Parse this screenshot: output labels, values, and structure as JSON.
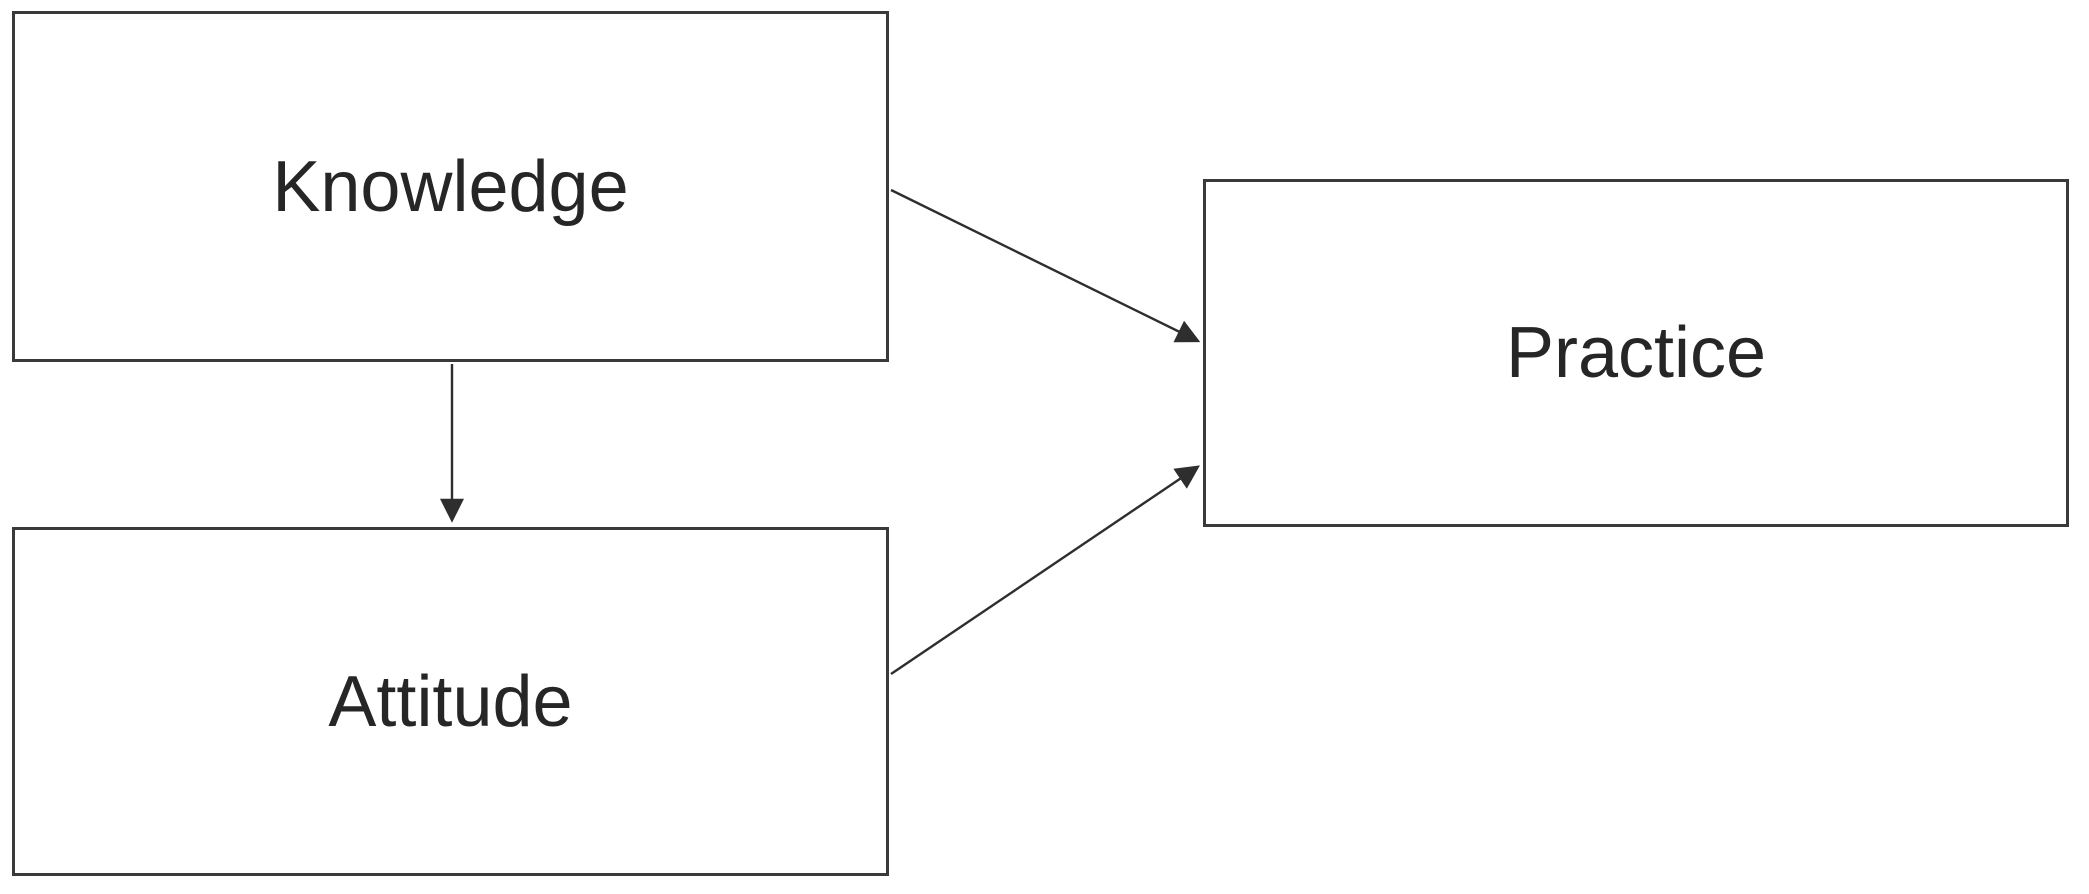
{
  "diagram": {
    "nodes": [
      {
        "id": "knowledge",
        "label": "Knowledge"
      },
      {
        "id": "attitude",
        "label": "Attitude"
      },
      {
        "id": "practice",
        "label": "Practice"
      }
    ],
    "edges": [
      {
        "from": "knowledge",
        "to": "practice",
        "arrowhead": "triangle"
      },
      {
        "from": "knowledge",
        "to": "attitude",
        "arrowhead": "triangle"
      },
      {
        "from": "attitude",
        "to": "practice",
        "arrowhead": "triangle"
      }
    ],
    "colors": {
      "background": "#ffffff",
      "node_border": "#3a3a3a",
      "node_fill": "#ffffff",
      "text": "#262626",
      "arrow": "#2e2e2e"
    }
  }
}
